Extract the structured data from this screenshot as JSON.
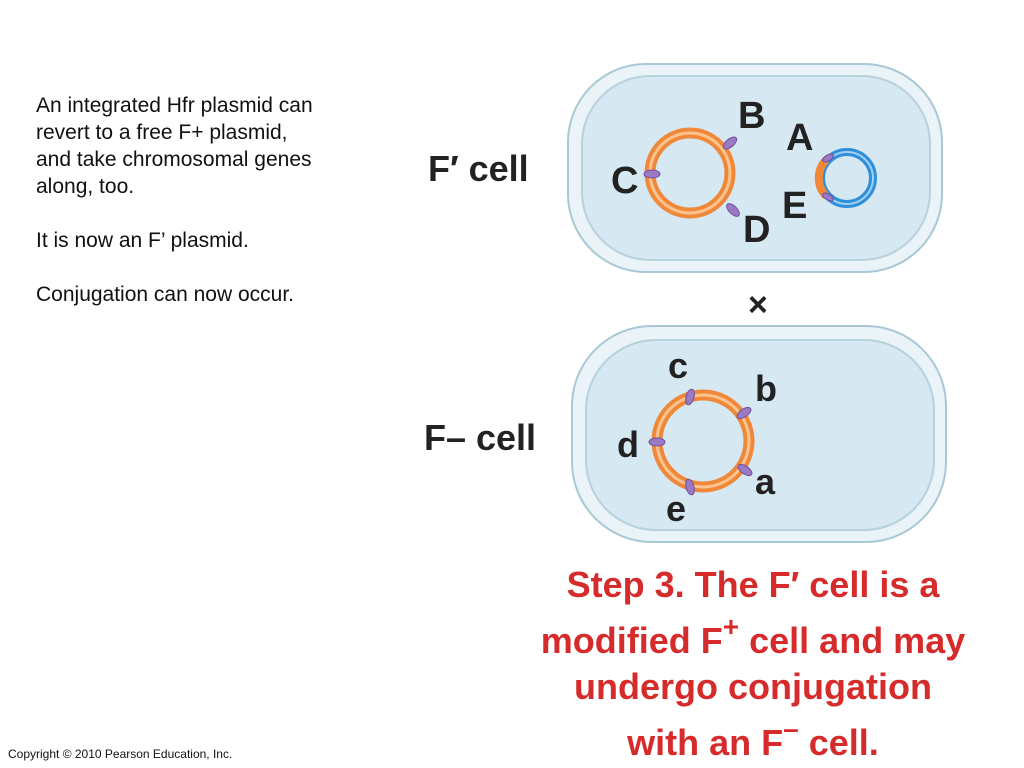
{
  "notes": {
    "para1": "An integrated Hfr plasmid can revert to a free F+ plasmid, and take chromosomal genes along, too.",
    "para2": "It is now an F’ plasmid.",
    "para3": "Conjugation can now occur."
  },
  "diagram": {
    "f_prime_cell_label": "F′ cell",
    "f_minus_cell_label": "F– cell",
    "cross_symbol": "×",
    "top_chromosome_genes": [
      "B",
      "C",
      "D"
    ],
    "top_plasmid_genes": [
      "A",
      "E"
    ],
    "bottom_chromosome_genes": [
      "c",
      "b",
      "d",
      "a",
      "e"
    ],
    "colors": {
      "cell_fill": "#dcecf3",
      "cell_outline": "#a9c8d6",
      "chromosome": "#f0883a",
      "plasmid": "#2f8fd8",
      "gene_marker": "#9a7ac4"
    }
  },
  "caption": {
    "line1": "Step 3. The F′ cell is a",
    "line2_pre": "modified F",
    "line2_sup": "+",
    "line2_post": " cell and may",
    "line3": "undergo conjugation",
    "line4_pre": "with an F",
    "line4_sup": "–",
    "line4_post": " cell."
  },
  "copyright": "Copyright © 2010 Pearson Education, Inc."
}
